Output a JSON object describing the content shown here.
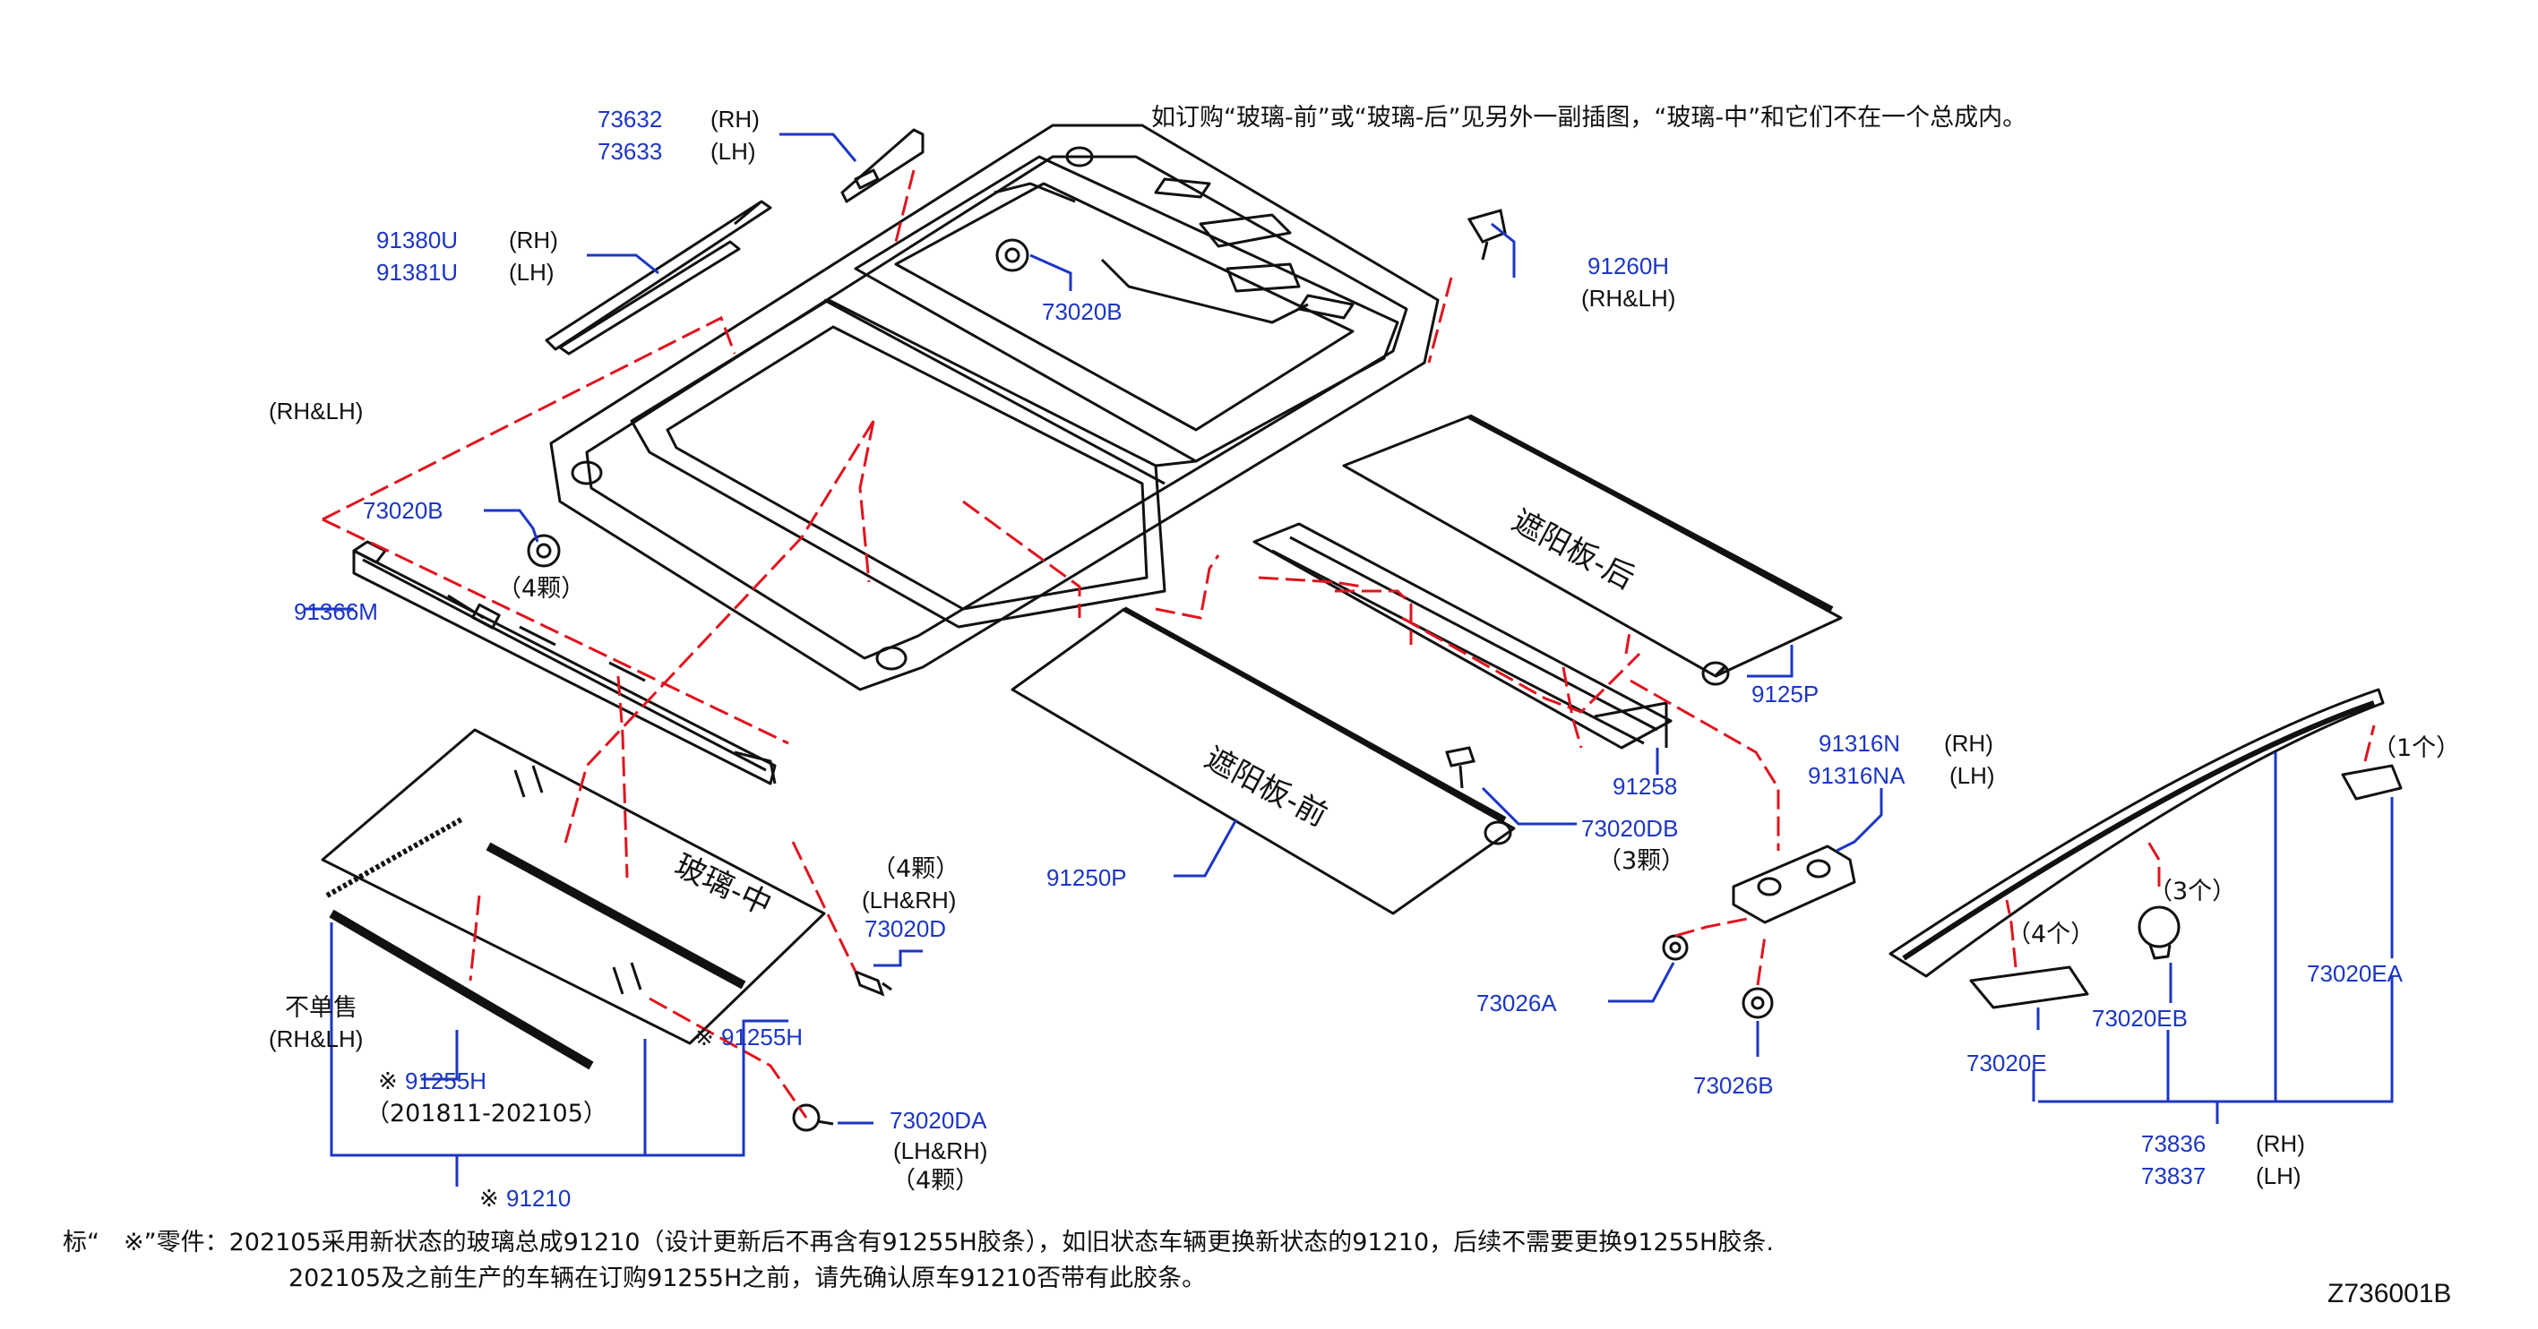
{
  "diagram_id": "Z736001B",
  "top_note": "如订购“玻璃-前”或“玻璃-后”见另外一副插图，“玻璃-中”和它们不在一个总成内。",
  "footnote": {
    "line1": "标“　※”零件：202105采用新状态的玻璃总成91210（设计更新后不再含有91255H胶条），如旧状态车辆更换新状态的91210，后续不需要更换91255H胶条.",
    "line2": "202105及之前生产的车辆在订购91255H之前，请先确认原车91210否带有此胶条。"
  },
  "component_labels": {
    "glass_mid": "玻璃-中",
    "shade_rear": "遮阳板-后",
    "shade_front": "遮阳板-前"
  },
  "parts": {
    "p73632": "73632",
    "p73632_side": "(RH)",
    "p73633": "73633",
    "p73633_side": "(LH)",
    "p91380U": "91380U",
    "p91380U_side": "(RH)",
    "p91381U": "91381U",
    "p91381U_side": "(LH)",
    "rhlh_left": "(RH&LH)",
    "p73020B_a": "73020B",
    "p91260H": "91260H",
    "p91260H_side": "(RH&LH)",
    "p73020B_b": "73020B",
    "qty_4_a": "（4颗）",
    "p91366M": "91366M",
    "p91250P_rear": "9125P",
    "p91316N": "91316N",
    "p91316N_side": "(RH)",
    "p91316NA": "91316NA",
    "p91316NA_side": "(LH)",
    "p91258": "91258",
    "p73020DB": "73020DB",
    "qty_3_a": "（3颗）",
    "qty_4_b": "（4颗）",
    "side_lhrh_a": "(LH&RH)",
    "p73020D": "73020D",
    "p91250P": "91250P",
    "not_sold": "不单售",
    "rhlh_bottom": "(RH&LH)",
    "p91255H_a": "91255H",
    "p91255H_b": "91255H",
    "mark": "※",
    "date_range": "（201811-202105）",
    "p91210": "91210",
    "p73020DA": "73020DA",
    "side_lhrh_b": "(LH&RH)",
    "qty_4_c": "（4颗）",
    "p73026A": "73026A",
    "p73026B": "73026B",
    "qty_1": "（1个）",
    "qty_3_b": "（3个）",
    "qty_4_d": "（4个）",
    "p73020EA": "73020EA",
    "p73020EB": "73020EB",
    "p73020E": "73020E",
    "p73836": "73836",
    "p73836_side": "(RH)",
    "p73837": "73837",
    "p73837_side": "(LH)"
  },
  "colors": {
    "part_number": "#1c36c4",
    "leader_dash": "#e0141e",
    "line": "#111111"
  }
}
